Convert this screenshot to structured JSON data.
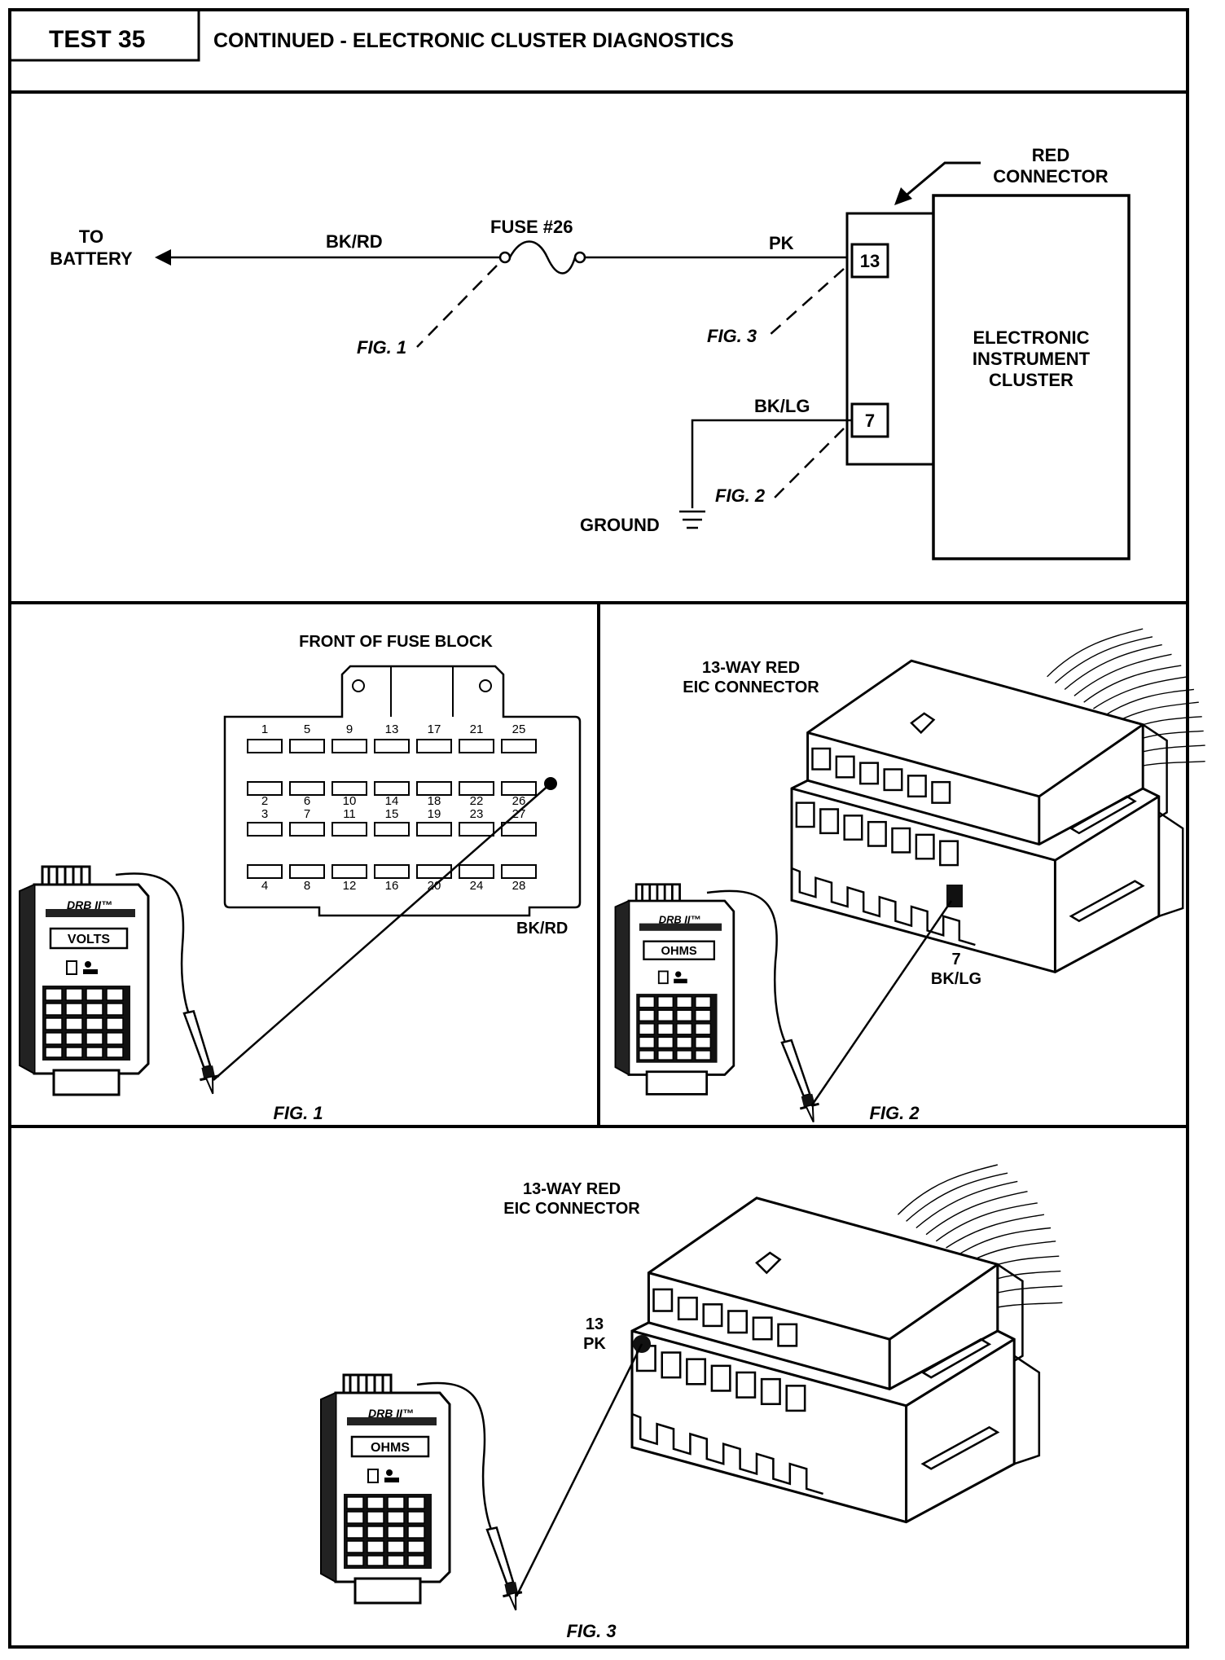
{
  "header": {
    "test_label": "TEST 35",
    "title": "CONTINUED - ELECTRONIC CLUSTER DIAGNOSTICS"
  },
  "schematic": {
    "to_battery_line1": "TO",
    "to_battery_line2": "BATTERY",
    "wire_battery": "BK/RD",
    "fuse_label": "FUSE #26",
    "wire_pk": "PK",
    "red_connector_line1": "RED",
    "red_connector_line2": "CONNECTOR",
    "pin_13": "13",
    "pin_7": "7",
    "cluster_line1": "ELECTRONIC",
    "cluster_line2": "INSTRUMENT",
    "cluster_line3": "CLUSTER",
    "wire_bklg": "BK/LG",
    "ground_label": "GROUND",
    "fig1_callout": "FIG. 1",
    "fig2_callout": "FIG. 2",
    "fig3_callout": "FIG. 3"
  },
  "fig1": {
    "title": "FRONT OF FUSE BLOCK",
    "wire_label": "BK/RD",
    "caption": "FIG. 1",
    "meter_brand": "DRB II™",
    "meter_mode": "VOLTS",
    "fuse_numbers": [
      "1",
      "2",
      "3",
      "4",
      "5",
      "6",
      "7",
      "8",
      "9",
      "10",
      "11",
      "12",
      "13",
      "14",
      "15",
      "16",
      "17",
      "18",
      "19",
      "20",
      "21",
      "22",
      "23",
      "24",
      "25",
      "26",
      "27",
      "28"
    ]
  },
  "fig2": {
    "title_line1": "13-WAY RED",
    "title_line2": "EIC CONNECTOR",
    "pin_number": "7",
    "pin_wire": "BK/LG",
    "caption": "FIG. 2",
    "meter_brand": "DRB II™",
    "meter_mode": "OHMS"
  },
  "fig3": {
    "title_line1": "13-WAY RED",
    "title_line2": "EIC CONNECTOR",
    "pin_number": "13",
    "pin_wire": "PK",
    "caption": "FIG. 3",
    "meter_brand": "DRB II™",
    "meter_mode": "OHMS"
  }
}
